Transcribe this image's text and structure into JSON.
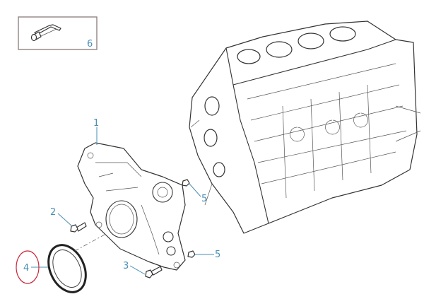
{
  "diagram": {
    "callouts": {
      "front_cover": "1",
      "bolt_upper": "2",
      "bolt_lower": "3",
      "seal_ring": "4",
      "nut_upper": "5",
      "nut_lower": "5",
      "sealant_tube": "6"
    },
    "colors": {
      "callout": "#4a8fb5",
      "highlight": "#c8283c",
      "line": "#333333"
    }
  }
}
